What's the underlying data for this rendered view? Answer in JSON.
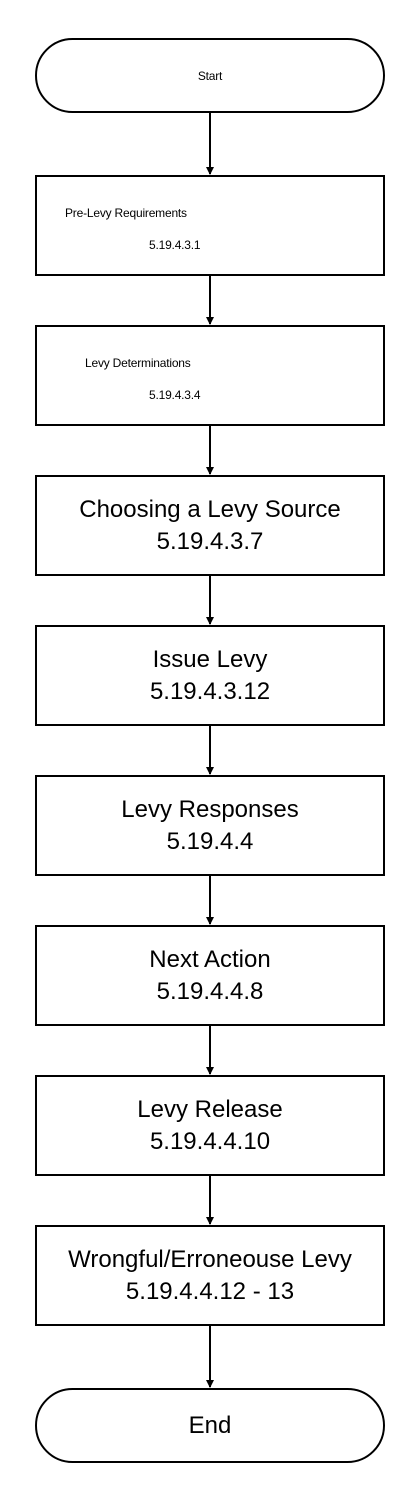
{
  "nodes": [
    {
      "id": "start",
      "type": "terminator",
      "lines": [
        "Start"
      ]
    },
    {
      "id": "pre-levy",
      "type": "process",
      "lines": [
        "Pre-Levy Requirements",
        "5.19.4.3.1"
      ]
    },
    {
      "id": "levy-determinations",
      "type": "process",
      "lines": [
        "Levy Determinations",
        "5.19.4.3.4"
      ]
    },
    {
      "id": "choosing-source",
      "type": "process",
      "lines": [
        "Choosing a Levy Source",
        "5.19.4.3.7"
      ]
    },
    {
      "id": "issue-levy",
      "type": "process",
      "lines": [
        "Issue Levy",
        "5.19.4.3.12"
      ]
    },
    {
      "id": "levy-responses",
      "type": "process",
      "lines": [
        "Levy Responses",
        "5.19.4.4"
      ]
    },
    {
      "id": "next-action",
      "type": "process",
      "lines": [
        "Next Action",
        "5.19.4.4.8"
      ]
    },
    {
      "id": "levy-release",
      "type": "process",
      "lines": [
        "Levy Release",
        "5.19.4.4.10"
      ]
    },
    {
      "id": "wrongful-levy",
      "type": "process",
      "lines": [
        "Wrongful/Erroneouse Levy",
        "5.19.4.4.12 - 13"
      ]
    },
    {
      "id": "end",
      "type": "terminator",
      "lines": [
        "End"
      ]
    }
  ],
  "colors": {
    "stroke": "#000000",
    "fill": "#ffffff",
    "text": "#000000"
  }
}
